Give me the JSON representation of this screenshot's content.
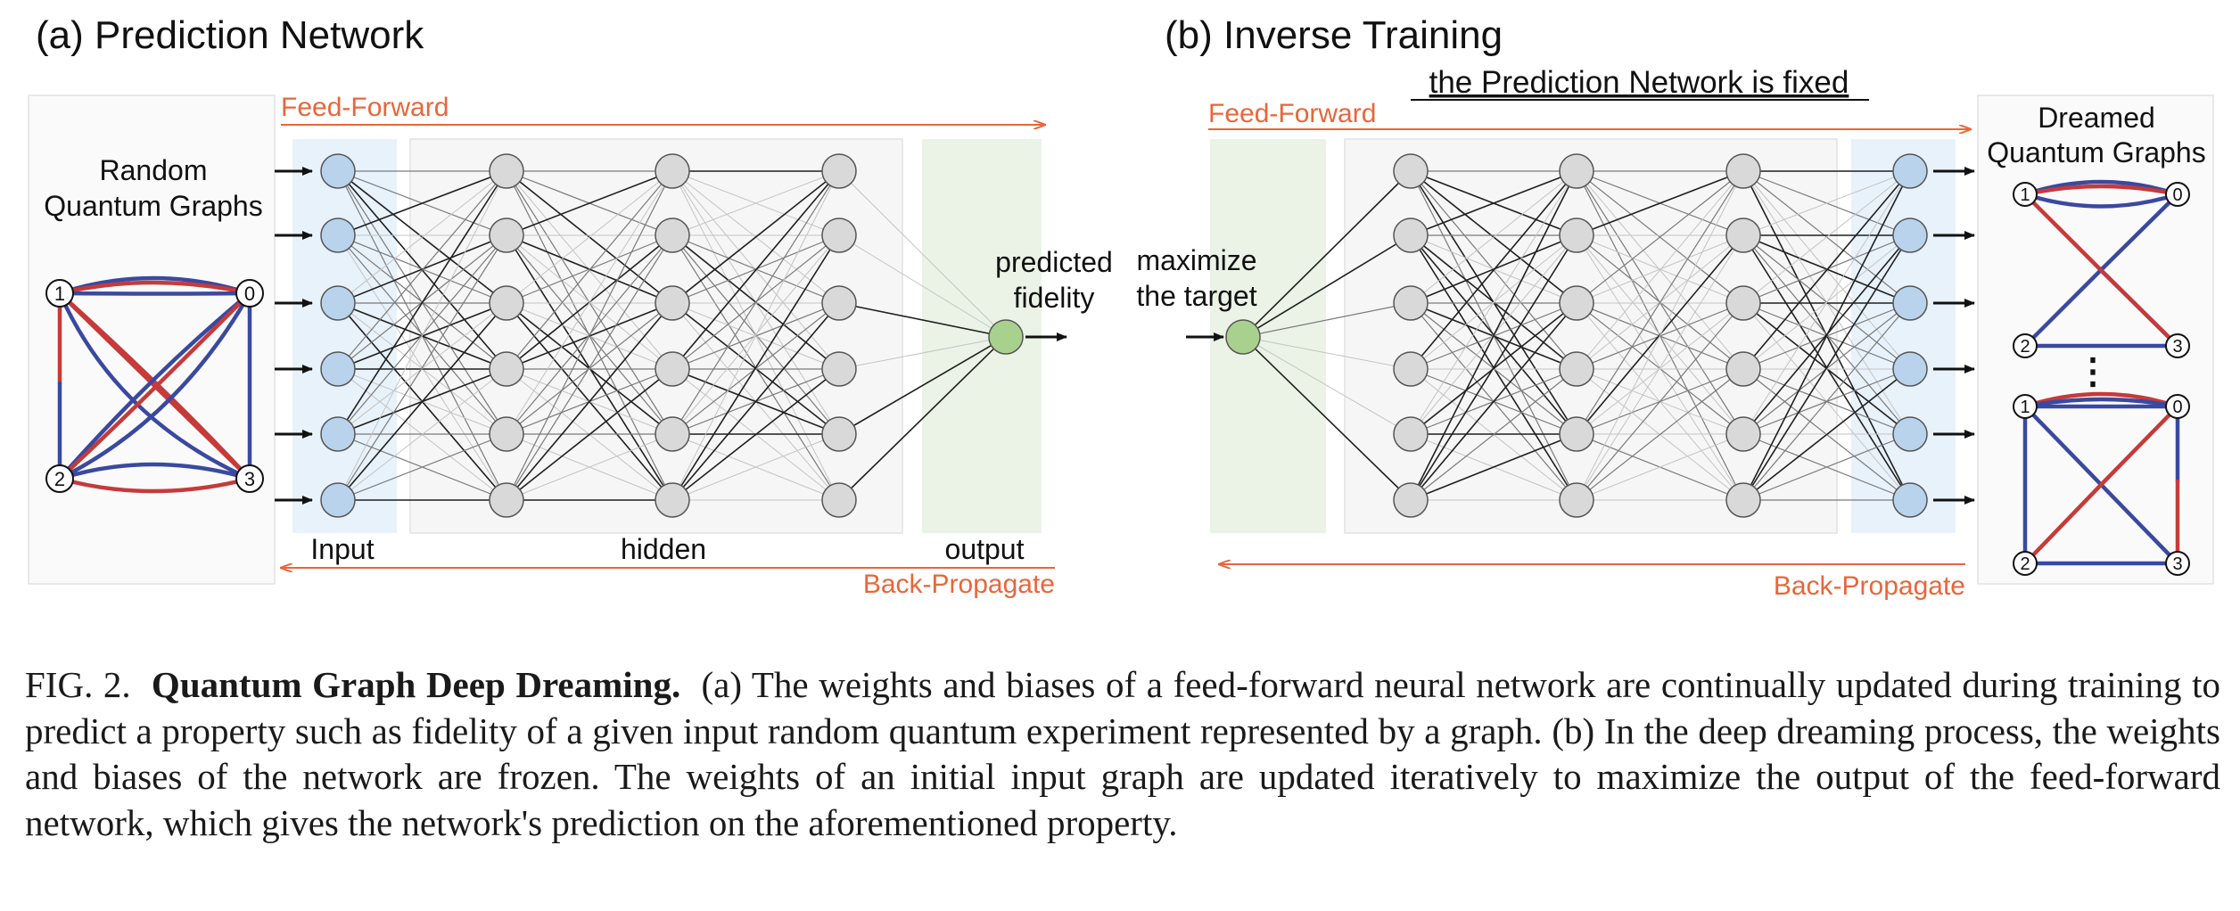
{
  "panel_a": {
    "title": "(a) Prediction Network",
    "feed_forward": "Feed-Forward",
    "back_propagate": "Back-Propagate",
    "random_graphs_label_line1": "Random",
    "random_graphs_label_line2": "Quantum Graphs",
    "predicted_line1": "predicted",
    "predicted_line2": "fidelity",
    "input_label": "Input",
    "hidden_label": "hidden",
    "output_label": "output",
    "graph_nodes": [
      "1",
      "0",
      "2",
      "3"
    ]
  },
  "panel_b": {
    "title": "(b) Inverse Training",
    "subtitle": "the Prediction Network is fixed",
    "feed_forward": "Feed-Forward",
    "back_propagate": "Back-Propagate",
    "maximize_line1": "maximize",
    "maximize_line2": "the target",
    "dreamed_line1": "Dreamed",
    "dreamed_line2": "Quantum Graphs",
    "ellipsis": "⋮",
    "graph1_nodes": [
      "1",
      "0",
      "2",
      "3"
    ],
    "graph2_nodes": [
      "1",
      "0",
      "2",
      "3"
    ]
  },
  "caption": {
    "label": "FIG. 2.",
    "title": "Quantum Graph Deep Dreaming.",
    "body": "(a) The weights and biases of a feed-forward neural network are continually updated during training to predict a property such as fidelity of a given input random quantum experiment represented by a graph. (b) In the deep dreaming process, the weights and biases of the network are frozen. The weights of an initial input graph are updated iteratively to maximize the output of the feed-forward network, which gives the network's prediction on the aforementioned property."
  },
  "colors": {
    "orange": "#e8663a",
    "blue_edge": "#3a49a0",
    "red_edge": "#c63a3a",
    "input_node": "#b9d3ec",
    "hidden_node": "#d9d9d9",
    "output_node": "#a9d18e"
  }
}
